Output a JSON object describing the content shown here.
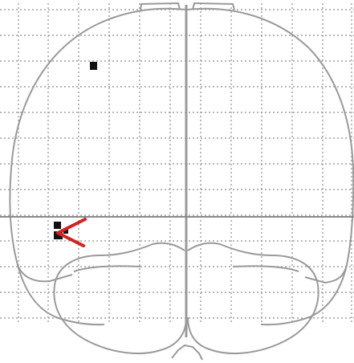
{
  "figure": {
    "kind": "glass-brain-coronal",
    "grid": true,
    "grid_style": "dotted",
    "crosshair": true,
    "pointer": "red-arrow",
    "colors": {
      "background": "#ffffff",
      "grid": "#8c8c8c",
      "outline": "#9a9a9a",
      "midline": "#9a9a9a",
      "crosshair": "#8a8a8a",
      "blob": "#111111",
      "arrow": "#d42020"
    }
  }
}
